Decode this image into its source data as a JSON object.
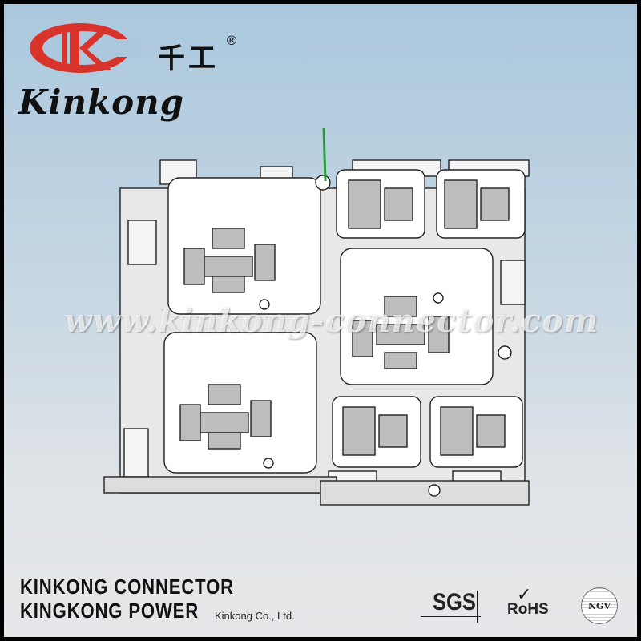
{
  "brand": {
    "logo_text": "KC",
    "chinese_name": "千工",
    "registered_mark": "®",
    "script_name": "Kinkong",
    "logo_color": "#d9342b"
  },
  "watermark": "www.kinkong-connector.com",
  "footer": {
    "line1": "KINKONG CONNECTOR",
    "line2": "KINGKONG POWER",
    "company": "Kinkong  Co., Ltd.",
    "certifications": {
      "sgs": "SGS",
      "rohs": "RoHS",
      "rohs_check": "✓",
      "ngv": "NGV"
    }
  }
}
